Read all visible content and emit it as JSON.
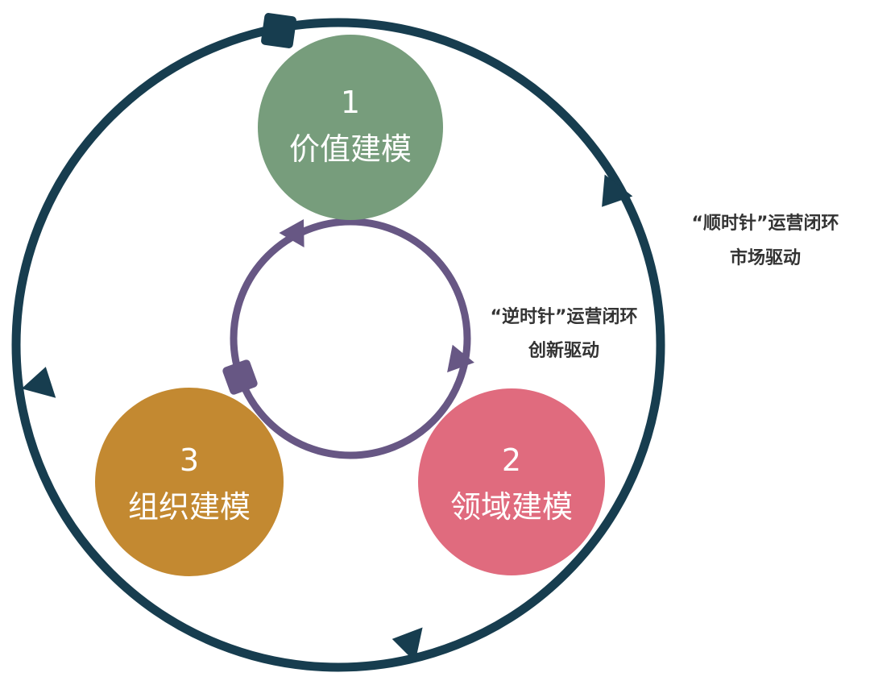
{
  "outer_loop": {
    "color": "#173d4f",
    "direction": "clockwise",
    "line1": "“顺时针”运营闭环",
    "line2": "市场驱动"
  },
  "inner_loop": {
    "color": "#675784",
    "direction": "counterclockwise",
    "line1": "“逆时针”运营闭环",
    "line2": "创新驱动"
  },
  "nodes": [
    {
      "number": "1",
      "label": "价值建模",
      "color": "#779d7c"
    },
    {
      "number": "2",
      "label": "领域建模",
      "color": "#e06b7e"
    },
    {
      "number": "3",
      "label": "组织建模",
      "color": "#c38931"
    }
  ]
}
